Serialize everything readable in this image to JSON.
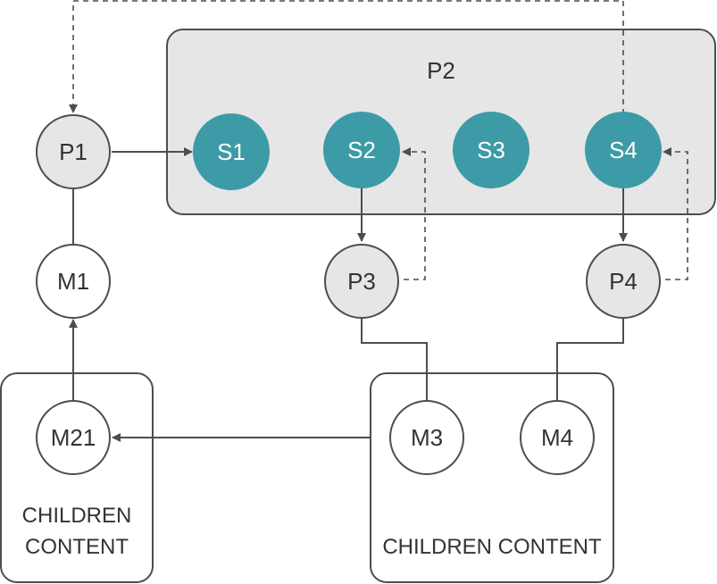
{
  "colors": {
    "stroke": "#4a4f4d",
    "teal": "#3d9ba7",
    "gray_fill": "#e6e6e6",
    "container_gray": "#e6e6e6"
  },
  "group": {
    "title": "P2"
  },
  "nodes": {
    "p1": "P1",
    "s1": "S1",
    "s2": "S2",
    "s3": "S3",
    "s4": "S4",
    "m1": "M1",
    "p3": "P3",
    "p4": "P4",
    "m21": "M21",
    "m3": "M3",
    "m4": "M4"
  },
  "captions": {
    "left_line1": "CHILDREN",
    "left_line2": "CONTENT",
    "right": "CHILDREN CONTENT"
  }
}
